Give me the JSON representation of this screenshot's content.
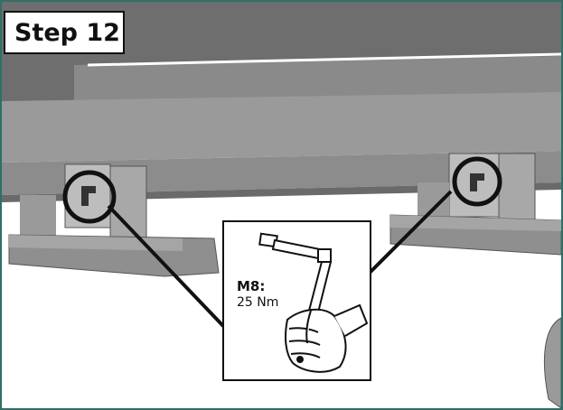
{
  "step": {
    "title": "Step 12"
  },
  "torque_spec": {
    "bolt_size": "M8:",
    "torque_value": "25 Nm"
  },
  "icons": [
    "torque-wrench-icon",
    "bolt-callout-circle-icon"
  ],
  "colors": {
    "frame_border": "#2f6f66",
    "ink": "#111111",
    "part_gray": "#7f7f7f"
  }
}
